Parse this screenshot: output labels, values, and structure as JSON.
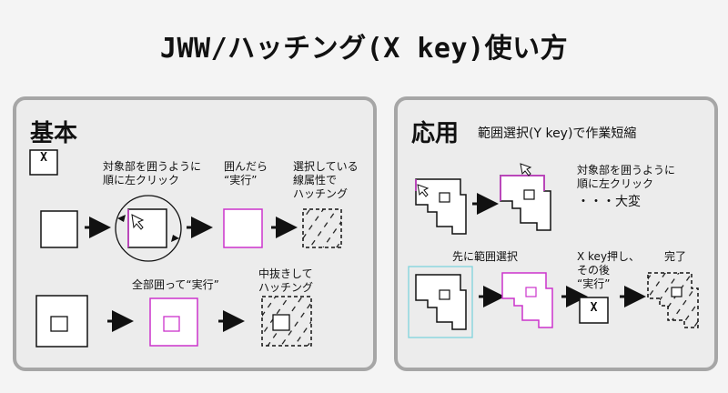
{
  "title": "JWW/ハッチング(X key)使い方",
  "basic": {
    "heading": "基本",
    "key_label": "X",
    "step1_caption": [
      "対象部を囲うように",
      "順に左クリック"
    ],
    "step2_caption": [
      "囲んだら",
      "“実行”"
    ],
    "step3_caption": [
      "選択している",
      "線属性で",
      "ハッチング"
    ],
    "step4_caption": "全部囲って“実行”",
    "step5_caption": [
      "中抜きして",
      "ハッチング"
    ]
  },
  "applied": {
    "heading": "応用",
    "subheading": "範囲選択(Y key)で作業短縮",
    "note": [
      "対象部を囲うように",
      "順に左クリック"
    ],
    "note_hard": "・・・大変",
    "step1_caption": "先に範囲選択",
    "step2_caption": [
      "X key押し、",
      "その後",
      "“実行”"
    ],
    "step3_caption": "完了",
    "key_label": "X"
  },
  "colors": {
    "panel_border": "#a6a6a6",
    "selection_magenta": "#cc33cc",
    "selection_cyan": "#7fd3dc",
    "line": "#111111"
  }
}
